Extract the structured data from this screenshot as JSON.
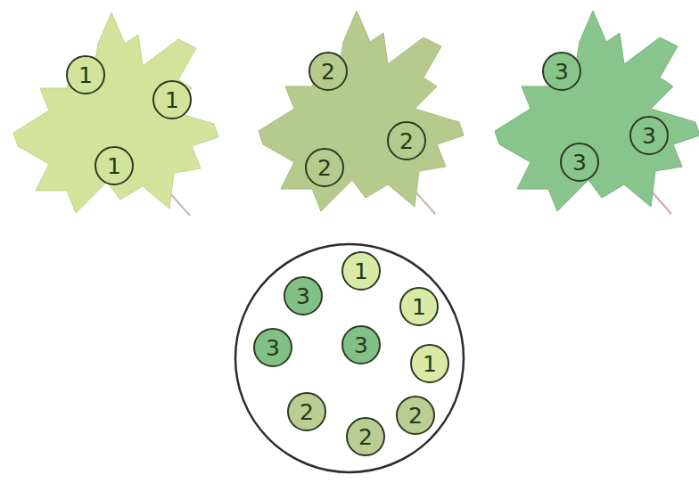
{
  "diagram": {
    "nodes": [
      {
        "text": [
          "1"
        ]
      },
      {
        "text": [
          "1"
        ]
      },
      {
        "text": [
          "1"
        ]
      },
      {
        "text": [
          "2"
        ]
      },
      {
        "text": [
          "2"
        ]
      },
      {
        "text": [
          "2"
        ]
      },
      {
        "text": [
          "3"
        ]
      },
      {
        "text": [
          "3"
        ]
      },
      {
        "text": [
          "3"
        ]
      },
      {
        "text": [
          "3"
        ]
      },
      {
        "text": [
          "1"
        ]
      },
      {
        "text": [
          "1"
        ]
      },
      {
        "text": [
          "3"
        ]
      },
      {
        "text": [
          "3"
        ]
      },
      {
        "text": [
          "1"
        ]
      },
      {
        "text": [
          "2"
        ]
      },
      {
        "text": [
          "2"
        ]
      },
      {
        "text": [
          "2"
        ]
      }
    ]
  }
}
